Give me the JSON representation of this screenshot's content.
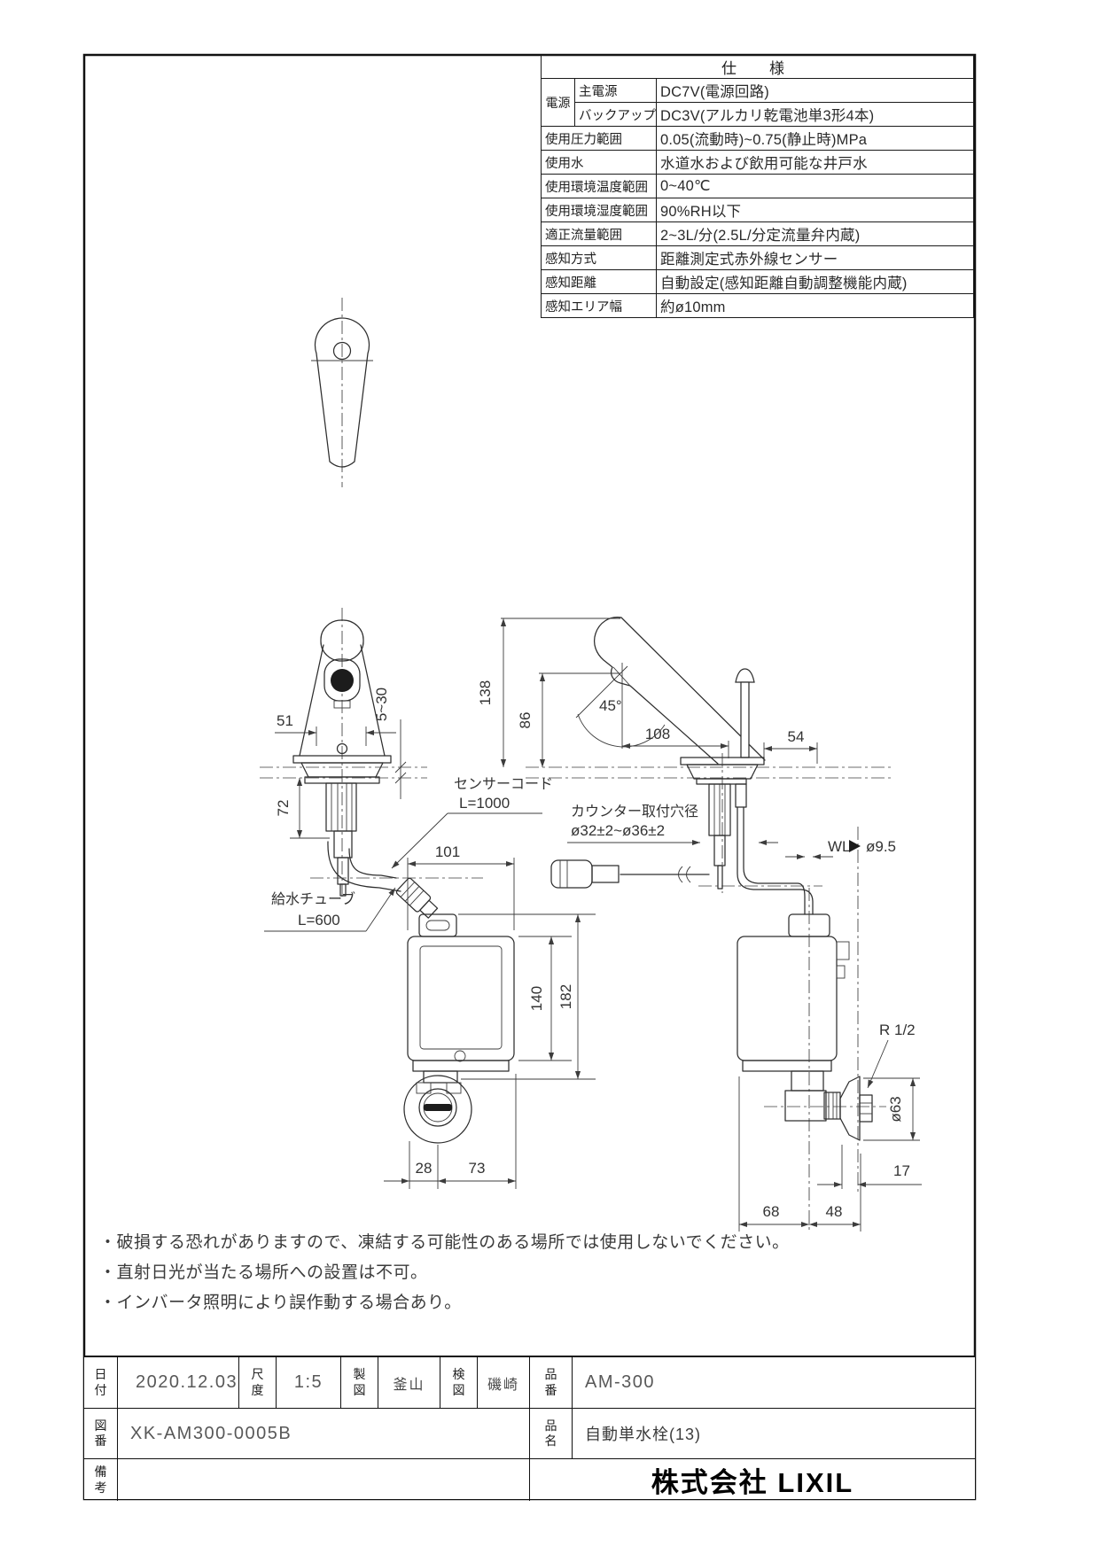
{
  "spec": {
    "title": "仕　様",
    "power_label": "電源",
    "rows": [
      {
        "label": "主電源",
        "value": "DC7V(電源回路)"
      },
      {
        "label": "バックアップ",
        "value": "DC3V(アルカリ乾電池単3形4本)"
      },
      {
        "label": "使用圧力範囲",
        "value": "0.05(流動時)~0.75(静止時)MPa"
      },
      {
        "label": "使用水",
        "value": "水道水および飲用可能な井戸水"
      },
      {
        "label": "使用環境温度範囲",
        "value": "0~40℃"
      },
      {
        "label": "使用環境湿度範囲",
        "value": "90%RH以下"
      },
      {
        "label": "適正流量範囲",
        "value": "2~3L/分(2.5L/分定流量弁内蔵)"
      },
      {
        "label": "感知方式",
        "value": "距離測定式赤外線センサー"
      },
      {
        "label": "感知距離",
        "value": "自動設定(感知距離自動調整機能内蔵)"
      },
      {
        "label": "感知エリア幅",
        "value": "約ø10mm"
      }
    ]
  },
  "dims": {
    "w51": "51",
    "clamp": "5~30",
    "d72": "72",
    "d101": "101",
    "d140": "140",
    "d182": "182",
    "d28": "28",
    "d73": "73",
    "sensor_cord_label": "センサーコード",
    "sensor_cord_len": "L=1000",
    "supply_tube_label": "給水チューブ",
    "supply_tube_len": "L=600",
    "d138": "138",
    "d86": "86",
    "angle45": "45°",
    "d108": "108",
    "d54": "54",
    "hole_label1": "カウンター取付穴径",
    "hole_label2": "ø32±2~ø36±2",
    "wl": "WL",
    "tube_dia": "ø9.5",
    "thread": "R 1/2",
    "flange_dia": "ø63",
    "d17": "17",
    "d68": "68",
    "d48": "48"
  },
  "notes": [
    "・破損する恐れがありますので、凍結する可能性のある場所では使用しないでください。",
    "・直射日光が当たる場所への設置は不可。",
    "・インバータ照明により誤作動する場合あり。"
  ],
  "title_block": {
    "date_label": "日付",
    "date": "2020.12.03",
    "scale_label": "尺度",
    "scale": "1:5",
    "drafter_label": "製図",
    "drafter": "釜山",
    "checker_label": "検図",
    "checker": "磯崎",
    "part_no_label": "品番",
    "part_no": "AM-300",
    "dwg_no_label": "図番",
    "dwg_no": "XK-AM300-0005B",
    "name_label": "品名",
    "product_name": "自動単水栓(13)",
    "remarks_label": "備考",
    "remarks": "",
    "company": "株式会社 LIXIL"
  }
}
